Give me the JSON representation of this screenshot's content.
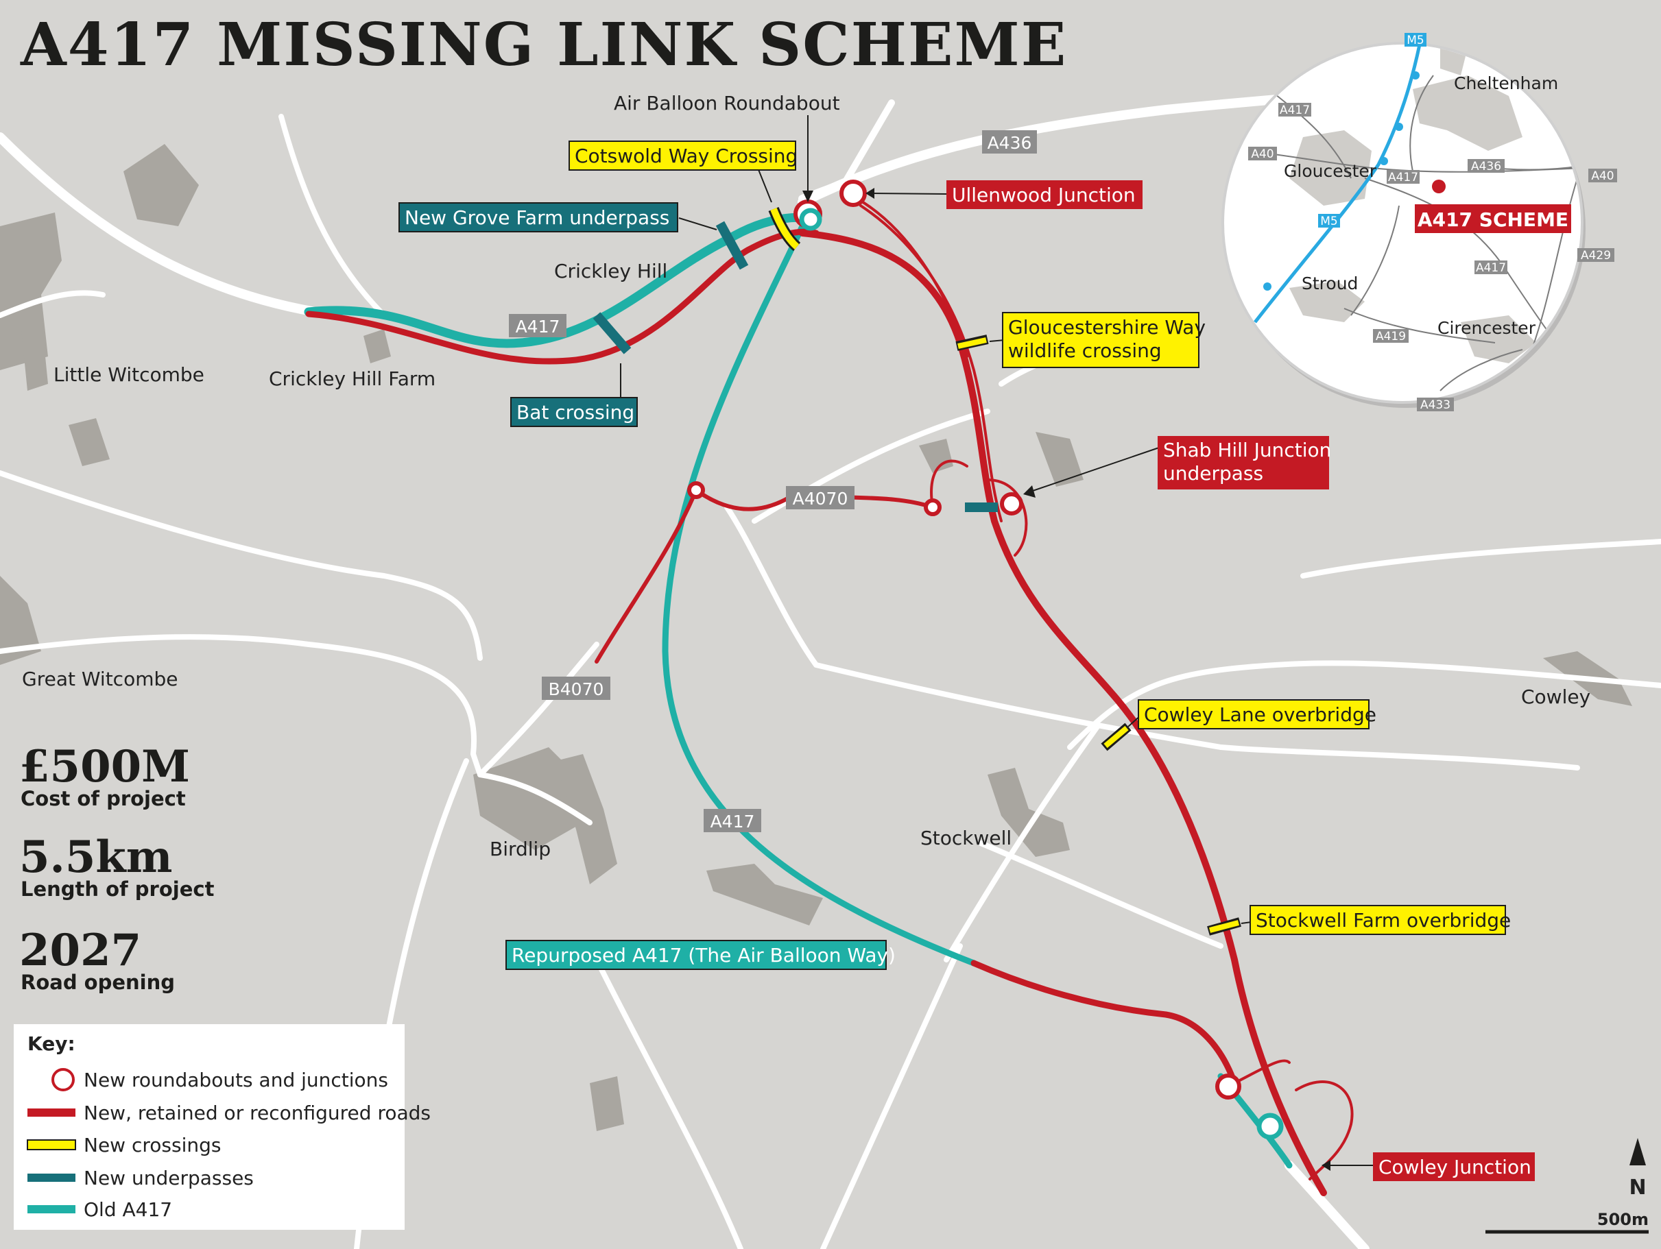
{
  "title": "A417 MISSING LINK SCHEME",
  "colors": {
    "background": "#d6d5d2",
    "road_white": "#ffffff",
    "settlement": "#a9a6a0",
    "new_road_red": "#c41a24",
    "old_a417_teal": "#1fb0a6",
    "underpass_dark_teal": "#17707a",
    "crossing_yellow": "#fff200",
    "road_label_grey": "#8d8d8d"
  },
  "places": {
    "little_witcombe": "Little Witcombe",
    "crickley_hill_farm": "Crickley Hill Farm",
    "crickley_hill": "Crickley Hill",
    "great_witcombe": "Great Witcombe",
    "birdlip": "Birdlip",
    "stockwell": "Stockwell",
    "cowley": "Cowley",
    "air_balloon_roundabout": "Air Balloon Roundabout"
  },
  "road_labels": {
    "a417_north": "A417",
    "a436": "A436",
    "a4070": "A4070",
    "b4070": "B4070",
    "a417_south": "A417"
  },
  "callouts": {
    "cotswold_way": "Cotswold Way Crossing",
    "new_grove_farm": "New Grove Farm underpass",
    "ullenwood": "Ullenwood Junction",
    "gloucestershire_way_1": "Gloucestershire Way",
    "gloucestershire_way_2": "wildlife crossing",
    "bat_crossing": "Bat crossing",
    "shab_hill_1": "Shab Hill Junction",
    "shab_hill_2": "underpass",
    "cowley_lane": "Cowley Lane overbridge",
    "stockwell_farm": "Stockwell Farm overbridge",
    "repurposed": "Repurposed A417 (The Air Balloon Way)",
    "cowley_junction": "Cowley Junction"
  },
  "stats": [
    {
      "value": "£500M",
      "label": "Cost of project"
    },
    {
      "value": "5.5km",
      "label": "Length of project"
    },
    {
      "value": "2027",
      "label": "Road opening"
    }
  ],
  "key": {
    "title": "Key:",
    "items": [
      {
        "label": "New roundabouts and junctions",
        "symbol": "circle",
        "color": "#c41a24"
      },
      {
        "label": "New, retained or reconfigured roads",
        "symbol": "line",
        "color": "#c41a24"
      },
      {
        "label": "New crossings",
        "symbol": "line-outlined",
        "color": "#fff200"
      },
      {
        "label": "New underpasses",
        "symbol": "line",
        "color": "#17707a"
      },
      {
        "label": "Old A417",
        "symbol": "line",
        "color": "#1fb0a6"
      }
    ]
  },
  "inset": {
    "places": {
      "cheltenham": "Cheltenham",
      "gloucester": "Gloucester",
      "stroud": "Stroud",
      "cirencester": "Cirencester"
    },
    "roads": {
      "m5_top": "M5",
      "m5_mid": "M5",
      "a417_nw": "A417",
      "a40_w": "A40",
      "a417_mid": "A417",
      "a436": "A436",
      "a40_e": "A40",
      "a429": "A429",
      "a417_se": "A417",
      "a419": "A419",
      "a433": "A433"
    },
    "scheme_label": "A417 SCHEME"
  },
  "north_label": "N",
  "scale_label": "500m"
}
